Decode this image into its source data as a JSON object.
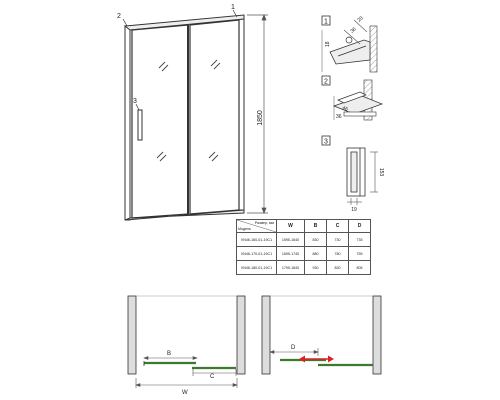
{
  "callouts": {
    "one": "1",
    "two": "2",
    "three": "3"
  },
  "dimensions": {
    "height": "1850"
  },
  "detail_labels": {
    "one": "1",
    "two": "2",
    "three": "3"
  },
  "detail_dims": {
    "d1_a": "18",
    "d1_b": "36",
    "d1_c": "20",
    "d2_a": "46",
    "d2_b": "36",
    "d3_height": "153",
    "d3_width": "19"
  },
  "spec_table": {
    "header_size": "Размер, мм",
    "header_model": "Модель",
    "columns": [
      "W",
      "B",
      "C",
      "D"
    ],
    "rows": [
      [
        "VN46-160-01-19C1",
        "1595-1640",
        "830",
        "730",
        "735"
      ],
      [
        "VN46-170-01-19C1",
        "1695-1740",
        "880",
        "780",
        "755"
      ],
      [
        "VN46-180-01-19C1",
        "1795-1840",
        "930",
        "830",
        "805"
      ]
    ]
  },
  "plan_labels": {
    "b": "B",
    "c": "C",
    "w": "W",
    "d": "D"
  },
  "colors": {
    "line": "#333333",
    "dim": "#555555",
    "glass_track": "#3d7a2f",
    "arrow": "#e0201e",
    "hatch_dark": "#333333"
  }
}
